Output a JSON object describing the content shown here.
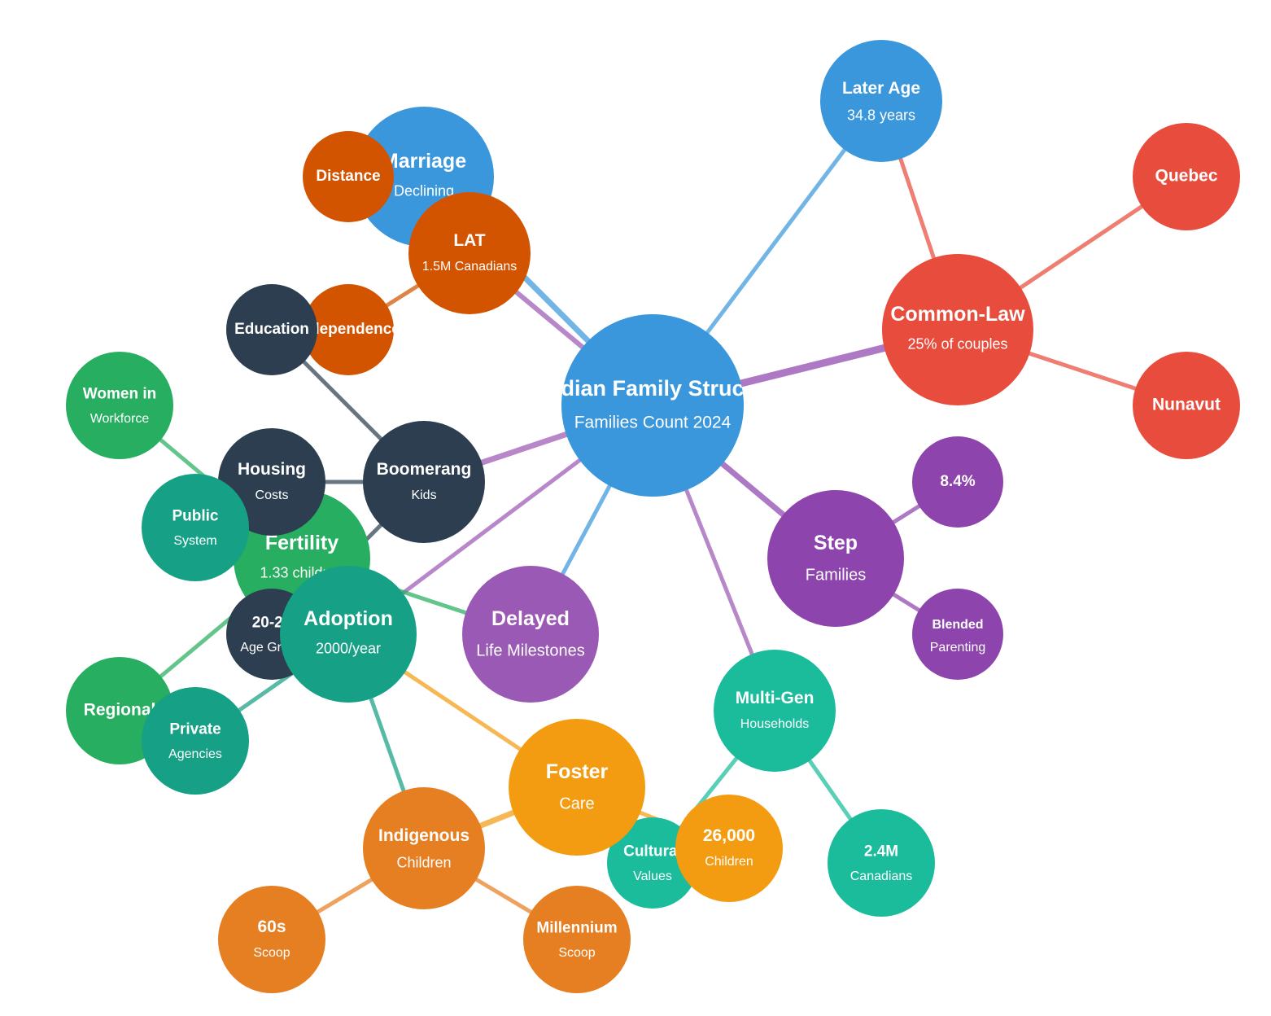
{
  "colors": {
    "blue": "#3a97dc",
    "red": "#e74c3c",
    "purple": "#8e44ad",
    "purple_light": "#9b59b6",
    "orange_dark": "#d35400",
    "orange": "#e67e22",
    "yellow": "#f39c12",
    "dark": "#2c3e50",
    "green": "#27ae60",
    "teal": "#16a085",
    "teal_light": "#1abc9c"
  },
  "nodes": [
    {
      "id": "center",
      "line1": "Canadian Family Structures",
      "line2": "Families Count 2024",
      "color": "#3a97dc"
    },
    {
      "id": "later-age",
      "line1": "Later Age",
      "line2": "34.8 years",
      "color": "#3a97dc"
    },
    {
      "id": "common-law",
      "line1": "Common-Law",
      "line2": "25% of couples",
      "color": "#e74c3c"
    },
    {
      "id": "quebec",
      "line1": "Quebec",
      "line2": "",
      "color": "#e74c3c"
    },
    {
      "id": "nunavut",
      "line1": "Nunavut",
      "line2": "",
      "color": "#e74c3c"
    },
    {
      "id": "step",
      "line1": "Step",
      "line2": "Families",
      "color": "#8e44ad"
    },
    {
      "id": "step-pct",
      "line1": "8.4%",
      "line2": "",
      "color": "#8e44ad"
    },
    {
      "id": "blended",
      "line1": "Blended",
      "line2": "Parenting",
      "color": "#8e44ad"
    },
    {
      "id": "multigen",
      "line1": "Multi-Gen",
      "line2": "Households",
      "color": "#1abc9c"
    },
    {
      "id": "canadians",
      "line1": "2.4M",
      "line2": "Canadians",
      "color": "#1abc9c"
    },
    {
      "id": "cultural",
      "line1": "Cultural",
      "line2": "Values",
      "color": "#1abc9c"
    },
    {
      "id": "delayed",
      "line1": "Delayed",
      "line2": "Life Milestones",
      "color": "#9b59b6"
    },
    {
      "id": "marriage",
      "line1": "Marriage",
      "line2": "Declining",
      "color": "#3a97dc"
    },
    {
      "id": "distance",
      "line1": "Distance",
      "line2": "",
      "color": "#d35400"
    },
    {
      "id": "lat",
      "line1": "LAT",
      "line2": "1.5M Canadians",
      "color": "#d35400"
    },
    {
      "id": "independence",
      "line1": "Independence",
      "line2": "",
      "color": "#d35400"
    },
    {
      "id": "education",
      "line1": "Education",
      "line2": "",
      "color": "#2c3e50"
    },
    {
      "id": "women",
      "line1": "Women in",
      "line2": "Workforce",
      "color": "#27ae60"
    },
    {
      "id": "fertility",
      "line1": "Fertility",
      "line2": "1.33 children",
      "color": "#27ae60"
    },
    {
      "id": "housing",
      "line1": "Housing",
      "line2": "Costs",
      "color": "#2c3e50"
    },
    {
      "id": "boomerang",
      "line1": "Boomerang",
      "line2": "Kids",
      "color": "#2c3e50"
    },
    {
      "id": "public",
      "line1": "Public",
      "line2": "System",
      "color": "#16a085"
    },
    {
      "id": "age-group",
      "line1": "20-29",
      "line2": "Age Group",
      "color": "#2c3e50"
    },
    {
      "id": "adoption",
      "line1": "Adoption",
      "line2": "2000/year",
      "color": "#16a085"
    },
    {
      "id": "regional",
      "line1": "Regional",
      "line2": "",
      "color": "#27ae60"
    },
    {
      "id": "private",
      "line1": "Private",
      "line2": "Agencies",
      "color": "#16a085"
    },
    {
      "id": "foster",
      "line1": "Foster",
      "line2": "Care",
      "color": "#f39c12"
    },
    {
      "id": "children-26k",
      "line1": "26,000",
      "line2": "Children",
      "color": "#f39c12"
    },
    {
      "id": "indigenous",
      "line1": "Indigenous",
      "line2": "Children",
      "color": "#e67e22"
    },
    {
      "id": "sixties",
      "line1": "60s",
      "line2": "Scoop",
      "color": "#e67e22"
    },
    {
      "id": "millennium",
      "line1": "Millennium",
      "line2": "Scoop",
      "color": "#e67e22"
    }
  ],
  "links": [
    {
      "source": "center",
      "target": "later-age",
      "color": "#3a97dc"
    },
    {
      "source": "center",
      "target": "common-law",
      "color": "#8e44ad"
    },
    {
      "source": "center",
      "target": "step",
      "color": "#8e44ad"
    },
    {
      "source": "center",
      "target": "multigen",
      "color": "#9b59b6"
    },
    {
      "source": "center",
      "target": "delayed",
      "color": "#3a97dc"
    },
    {
      "source": "center",
      "target": "marriage",
      "color": "#3a97dc"
    },
    {
      "source": "center",
      "target": "lat",
      "color": "#9b59b6"
    },
    {
      "source": "center",
      "target": "boomerang",
      "color": "#9b59b6"
    },
    {
      "source": "center",
      "target": "adoption",
      "color": "#9b59b6"
    },
    {
      "source": "later-age",
      "target": "common-law",
      "color": "#e74c3c"
    },
    {
      "source": "common-law",
      "target": "quebec",
      "color": "#e74c3c"
    },
    {
      "source": "common-law",
      "target": "nunavut",
      "color": "#e74c3c"
    },
    {
      "source": "step",
      "target": "step-pct",
      "color": "#8e44ad"
    },
    {
      "source": "step",
      "target": "blended",
      "color": "#8e44ad"
    },
    {
      "source": "multigen",
      "target": "canadians",
      "color": "#1abc9c"
    },
    {
      "source": "multigen",
      "target": "cultural",
      "color": "#1abc9c"
    },
    {
      "source": "lat",
      "target": "independence",
      "color": "#d35400"
    },
    {
      "source": "education",
      "target": "boomerang",
      "color": "#2c3e50"
    },
    {
      "source": "housing",
      "target": "boomerang",
      "color": "#2c3e50"
    },
    {
      "source": "boomerang",
      "target": "age-group",
      "color": "#2c3e50"
    },
    {
      "source": "women",
      "target": "fertility",
      "color": "#27ae60"
    },
    {
      "source": "fertility",
      "target": "delayed",
      "color": "#27ae60"
    },
    {
      "source": "fertility",
      "target": "regional",
      "color": "#27ae60"
    },
    {
      "source": "adoption",
      "target": "private",
      "color": "#16a085"
    },
    {
      "source": "adoption",
      "target": "indigenous",
      "color": "#16a085"
    },
    {
      "source": "adoption",
      "target": "foster",
      "color": "#f39c12"
    },
    {
      "source": "foster",
      "target": "indigenous",
      "color": "#f39c12"
    },
    {
      "source": "foster",
      "target": "children-26k",
      "color": "#f39c12"
    },
    {
      "source": "indigenous",
      "target": "sixties",
      "color": "#e67e22"
    },
    {
      "source": "indigenous",
      "target": "millennium",
      "color": "#e67e22"
    }
  ]
}
